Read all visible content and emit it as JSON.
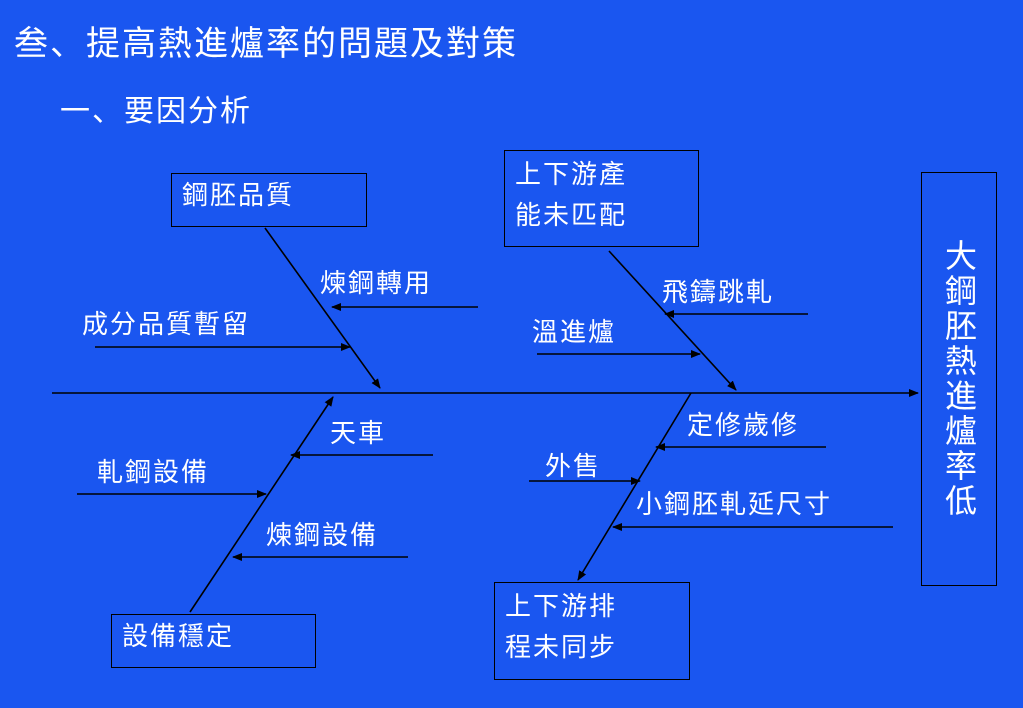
{
  "heading": {
    "title": "叁、提高熱進爐率的問題及對策",
    "subtitle": "一、要因分析"
  },
  "result": {
    "text": "大鋼胚熱進爐率低"
  },
  "causes": {
    "billet_quality": {
      "box": "鋼胚品質",
      "sub1": "煉鋼轉用",
      "sub2": "成分品質暫留"
    },
    "capacity_mismatch": {
      "box_line1": "上下游產",
      "box_line2": "能未匹配",
      "sub1": "飛鑄跳軋",
      "sub2": "溫進爐"
    },
    "equipment_stability": {
      "box": "設備穩定",
      "sub1": "天車",
      "sub2": "軋鋼設備",
      "sub3": "煉鋼設備"
    },
    "schedule_sync": {
      "box_line1": "上下游排",
      "box_line2": "程未同步",
      "sub1": "定修歲修",
      "sub2": "外售",
      "sub3": "小鋼胚軋延尺寸"
    }
  },
  "colors": {
    "background": "#1a56f0",
    "lines": "#000000",
    "text": "#ffffff"
  }
}
